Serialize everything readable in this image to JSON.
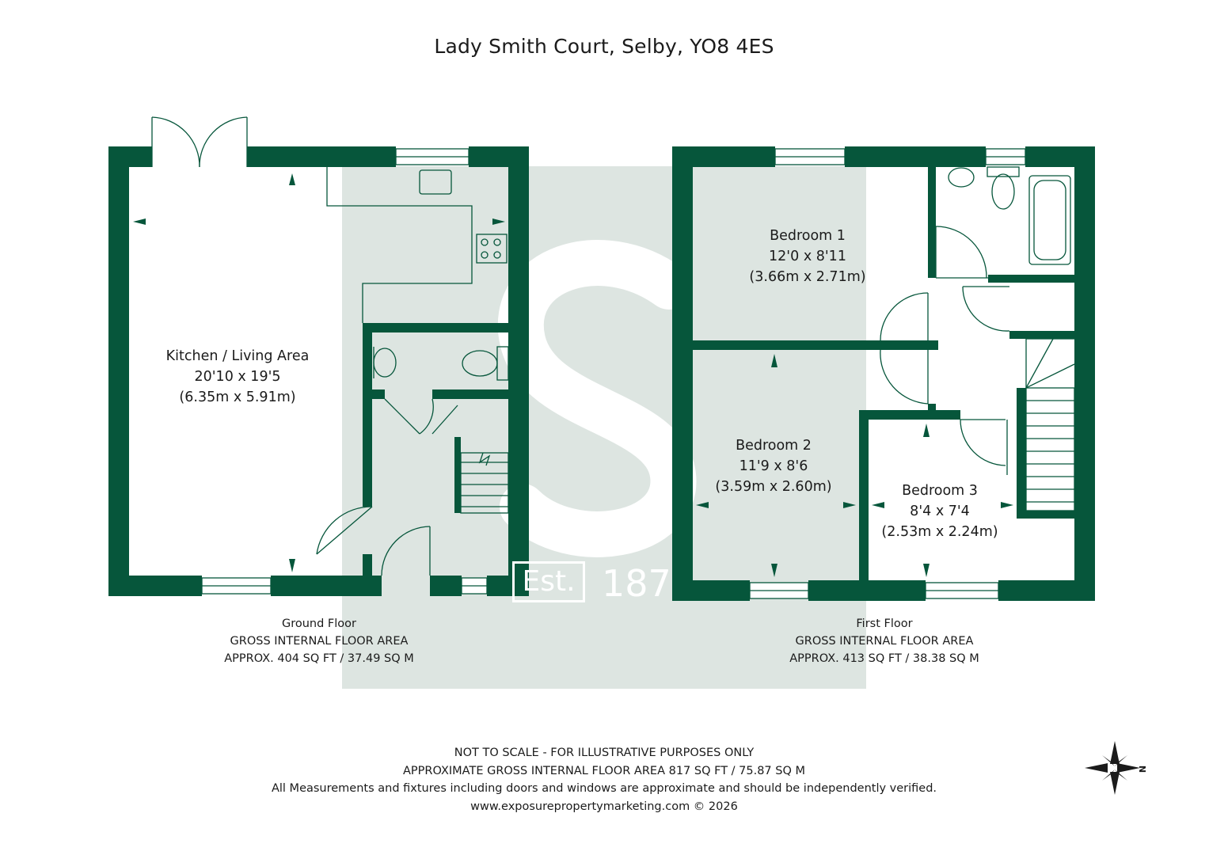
{
  "title": "Lady Smith Court, Selby, YO8 4ES",
  "colors": {
    "wall": "#06563b",
    "watermark": "#dde5e1",
    "fixture_line": "#06563b",
    "text": "#1b1b1b"
  },
  "watermark": {
    "letter": "S",
    "est_label": "Est.",
    "year_visible": "187"
  },
  "ground_floor": {
    "rooms": [
      {
        "name": "Kitchen / Living Area",
        "imperial": "20'10 x 19'5",
        "metric": "(6.35m x 5.91m)"
      }
    ],
    "caption": {
      "floor_name": "Ground Floor",
      "area_heading": "GROSS INTERNAL FLOOR AREA",
      "area_value": "APPROX. 404 SQ FT / 37.49 SQ M"
    }
  },
  "first_floor": {
    "rooms": [
      {
        "name": "Bedroom 1",
        "imperial": "12'0 x 8'11",
        "metric": "(3.66m x 2.71m)"
      },
      {
        "name": "Bedroom 2",
        "imperial": "11'9 x 8'6",
        "metric": "(3.59m x 2.60m)"
      },
      {
        "name": "Bedroom 3",
        "imperial": "8'4 x 7'4",
        "metric": "(2.53m x 2.24m)"
      }
    ],
    "caption": {
      "floor_name": "First Floor",
      "area_heading": "GROSS INTERNAL FLOOR AREA",
      "area_value": "APPROX. 413 SQ FT / 38.38 SQ M"
    }
  },
  "footer": {
    "line1": "NOT TO SCALE - FOR ILLUSTRATIVE PURPOSES ONLY",
    "line2": "APPROXIMATE GROSS INTERNAL FLOOR AREA 817 SQ FT / 75.87 SQ M",
    "line3": "All Measurements and fixtures including doors and windows are approximate and should be independently verified.",
    "line4": "www.exposurepropertymarketing.com © 2026"
  },
  "compass": {
    "icon": "compass-rose-icon",
    "label": "N"
  }
}
